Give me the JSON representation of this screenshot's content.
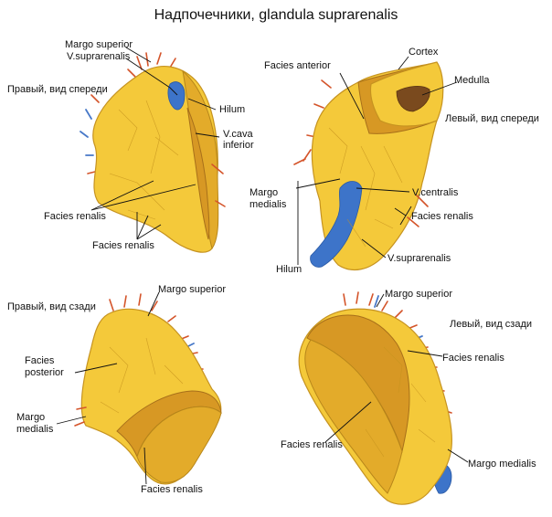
{
  "title": "Надпочечники, glandula suprarenalis",
  "views": {
    "right_front": {
      "caption": "Правый, вид спереди",
      "labels": {
        "margo_superior": "Margo superior",
        "v_suprarenalis": "V.suprarenalis",
        "hilum": "Hilum",
        "v_cava_1": "V.cava",
        "v_cava_2": "inferior",
        "facies_renalis_1": "Facies renalis",
        "facies_renalis_2": "Facies renalis"
      }
    },
    "left_front": {
      "caption": "Левый, вид спереди",
      "labels": {
        "cortex": "Cortex",
        "facies_anterior": "Facies anterior",
        "medulla": "Medulla",
        "margo_medialis_1": "Margo",
        "margo_medialis_2": "medialis",
        "v_centralis": "V.centralis",
        "facies_renalis": "Facies renalis",
        "hilum": "Hilum",
        "v_suprarenalis": "V.suprarenalis"
      }
    },
    "right_back": {
      "caption": "Правый, вид сзади",
      "labels": {
        "margo_superior": "Margo superior",
        "facies_posterior_1": "Facies",
        "facies_posterior_2": "posterior",
        "margo_medialis_1": "Margo",
        "margo_medialis_2": "medialis",
        "facies_renalis": "Facies renalis"
      }
    },
    "left_back": {
      "caption": "Левый, вид сзади",
      "labels": {
        "margo_superior": "Margo superior",
        "facies_renalis_1": "Facies renalis",
        "facies_renalis_2": "Facies renalis",
        "margo_medialis": "Margo medialis"
      }
    }
  },
  "colors": {
    "gland": "#f4c93a",
    "gland_edge": "#c69320",
    "vein": "#3d74c9",
    "artery": "#d4542a",
    "medulla": "#7a4a1e"
  }
}
